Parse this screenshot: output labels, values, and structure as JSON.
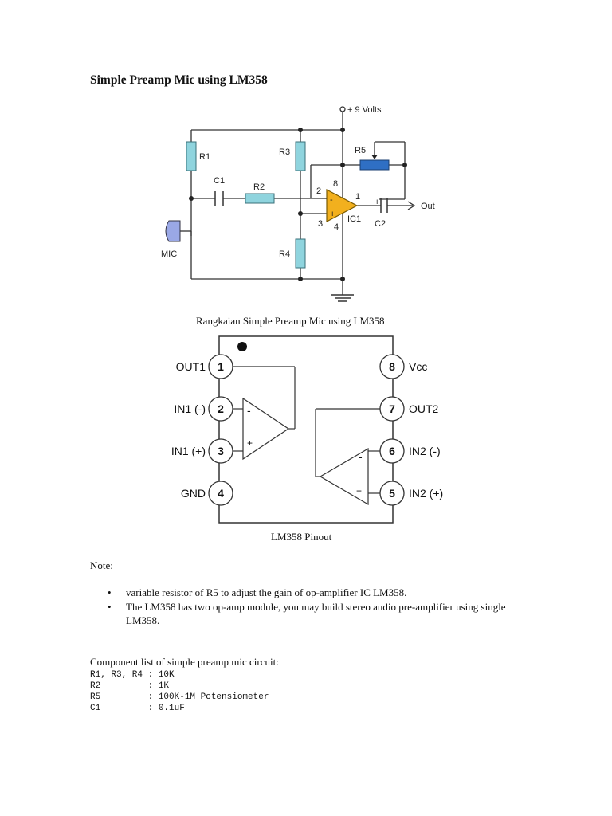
{
  "title": "Simple Preamp Mic using LM358",
  "circuit": {
    "supply": "+ 9 Volts",
    "labels": {
      "r1": "R1",
      "r2": "R2",
      "r3": "R3",
      "r4": "R4",
      "r5": "R5",
      "c1": "C1",
      "c2": "C2",
      "mic": "MIC",
      "ic": "IC1",
      "out": "Out",
      "pin2": "2",
      "pin8": "8",
      "pin1": "1",
      "pin3": "3",
      "pin4": "4",
      "minus": "-",
      "plus": "+",
      "c2_plus": "+"
    },
    "caption": "Rangkaian Simple Preamp Mic using LM358"
  },
  "pinout": {
    "left_pins": [
      {
        "num": "1",
        "label": "OUT1"
      },
      {
        "num": "2",
        "label": "IN1 (-)"
      },
      {
        "num": "3",
        "label": "IN1 (+)"
      },
      {
        "num": "4",
        "label": "GND"
      }
    ],
    "right_pins": [
      {
        "num": "8",
        "label": "Vcc"
      },
      {
        "num": "7",
        "label": "OUT2"
      },
      {
        "num": "6",
        "label": "IN2 (-)"
      },
      {
        "num": "5",
        "label": "IN2 (+)"
      }
    ],
    "minus": "-",
    "plus": "+",
    "caption": "LM358 Pinout"
  },
  "note": {
    "label": "Note:",
    "items": [
      "variable resistor of R5 to adjust the gain of op-amplifier IC LM358.",
      "The LM358 has two op-amp module, you may build stereo audio pre-amplifier using single LM358."
    ]
  },
  "components": {
    "title": "Component list of simple preamp mic circuit:",
    "rows": [
      "R1, R3, R4 : 10K",
      "R2         : 1K",
      "R5         : 100K-1M Potensiometer",
      "C1         : 0.1uF"
    ]
  },
  "colors": {
    "resistor": "#8fd4de",
    "pot": "#2f6fc4",
    "opamp": "#f2b01e",
    "mic": "#9aa8e6"
  }
}
